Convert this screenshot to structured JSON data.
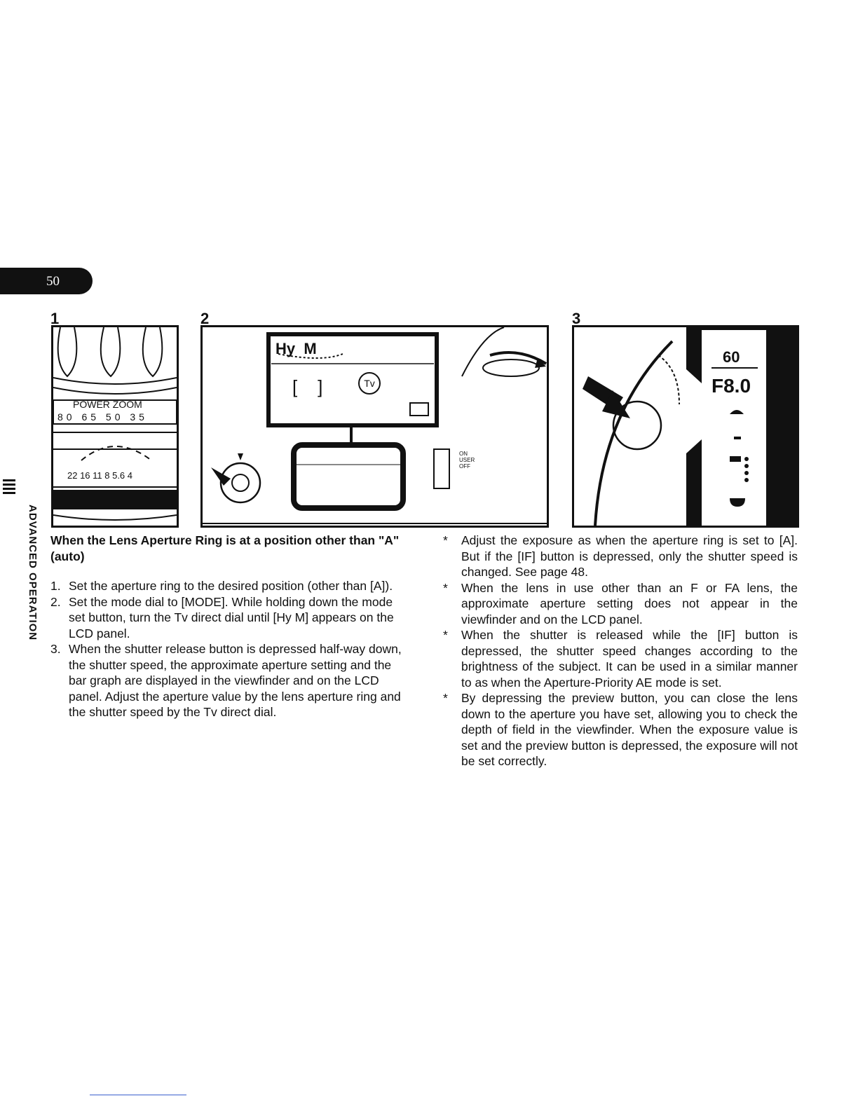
{
  "page_number": "50",
  "side_label": "ADVANCED OPERATION",
  "figures": {
    "fig1": {
      "number": "1",
      "zoom_label": "POWER ZOOM",
      "focal_scale": "80 65 50 35",
      "aperture_scale": "22 16 11 8 5.6 4"
    },
    "fig2": {
      "number": "2",
      "lcd_mode": "Hy  M",
      "lcd_brackets": "[    ]",
      "tv_symbol": "Tv",
      "switch_labels": [
        "ON",
        "USER",
        "OFF"
      ]
    },
    "fig3": {
      "number": "3",
      "speed": "60",
      "aperture": "F8.0"
    }
  },
  "left": {
    "heading": "When the Lens Aperture Ring is at a position other than \"A\" (auto)",
    "steps": [
      {
        "num": "1.",
        "text": "Set the aperture ring to the desired position (other than [A])."
      },
      {
        "num": "2.",
        "text": "Set the mode dial to [MODE]. While holding down the mode set button, turn the Tv direct dial until [Hy M] appears on the LCD panel."
      },
      {
        "num": "3.",
        "text": "When the shutter release button is depressed half-way down, the shutter speed, the approximate aperture setting and the bar graph are displayed in the viewfinder and on the LCD panel. Adjust the aperture value by the lens aperture ring and the shutter speed by the Tv direct dial."
      }
    ]
  },
  "right": {
    "notes": [
      "Adjust the exposure as when the aperture ring is set to [A]. But if the [IF] button is depressed, only the shutter speed is changed. See page 48.",
      "When the lens in use other than an F or FA lens, the approximate aperture setting does not appear in the viewfinder and on the LCD panel.",
      "When the shutter is released while the [IF] button is depressed, the shutter speed changes according to the brightness of the subject. It can be used in a similar manner to as when the Aperture-Priority AE mode is set.",
      "By depressing the preview button, you can close the lens down to the aperture you have set, allowing you to check the depth of field in the viewfinder. When the exposure value is set and the preview button is depressed, the exposure will not be set correctly."
    ],
    "bullet": "*"
  }
}
